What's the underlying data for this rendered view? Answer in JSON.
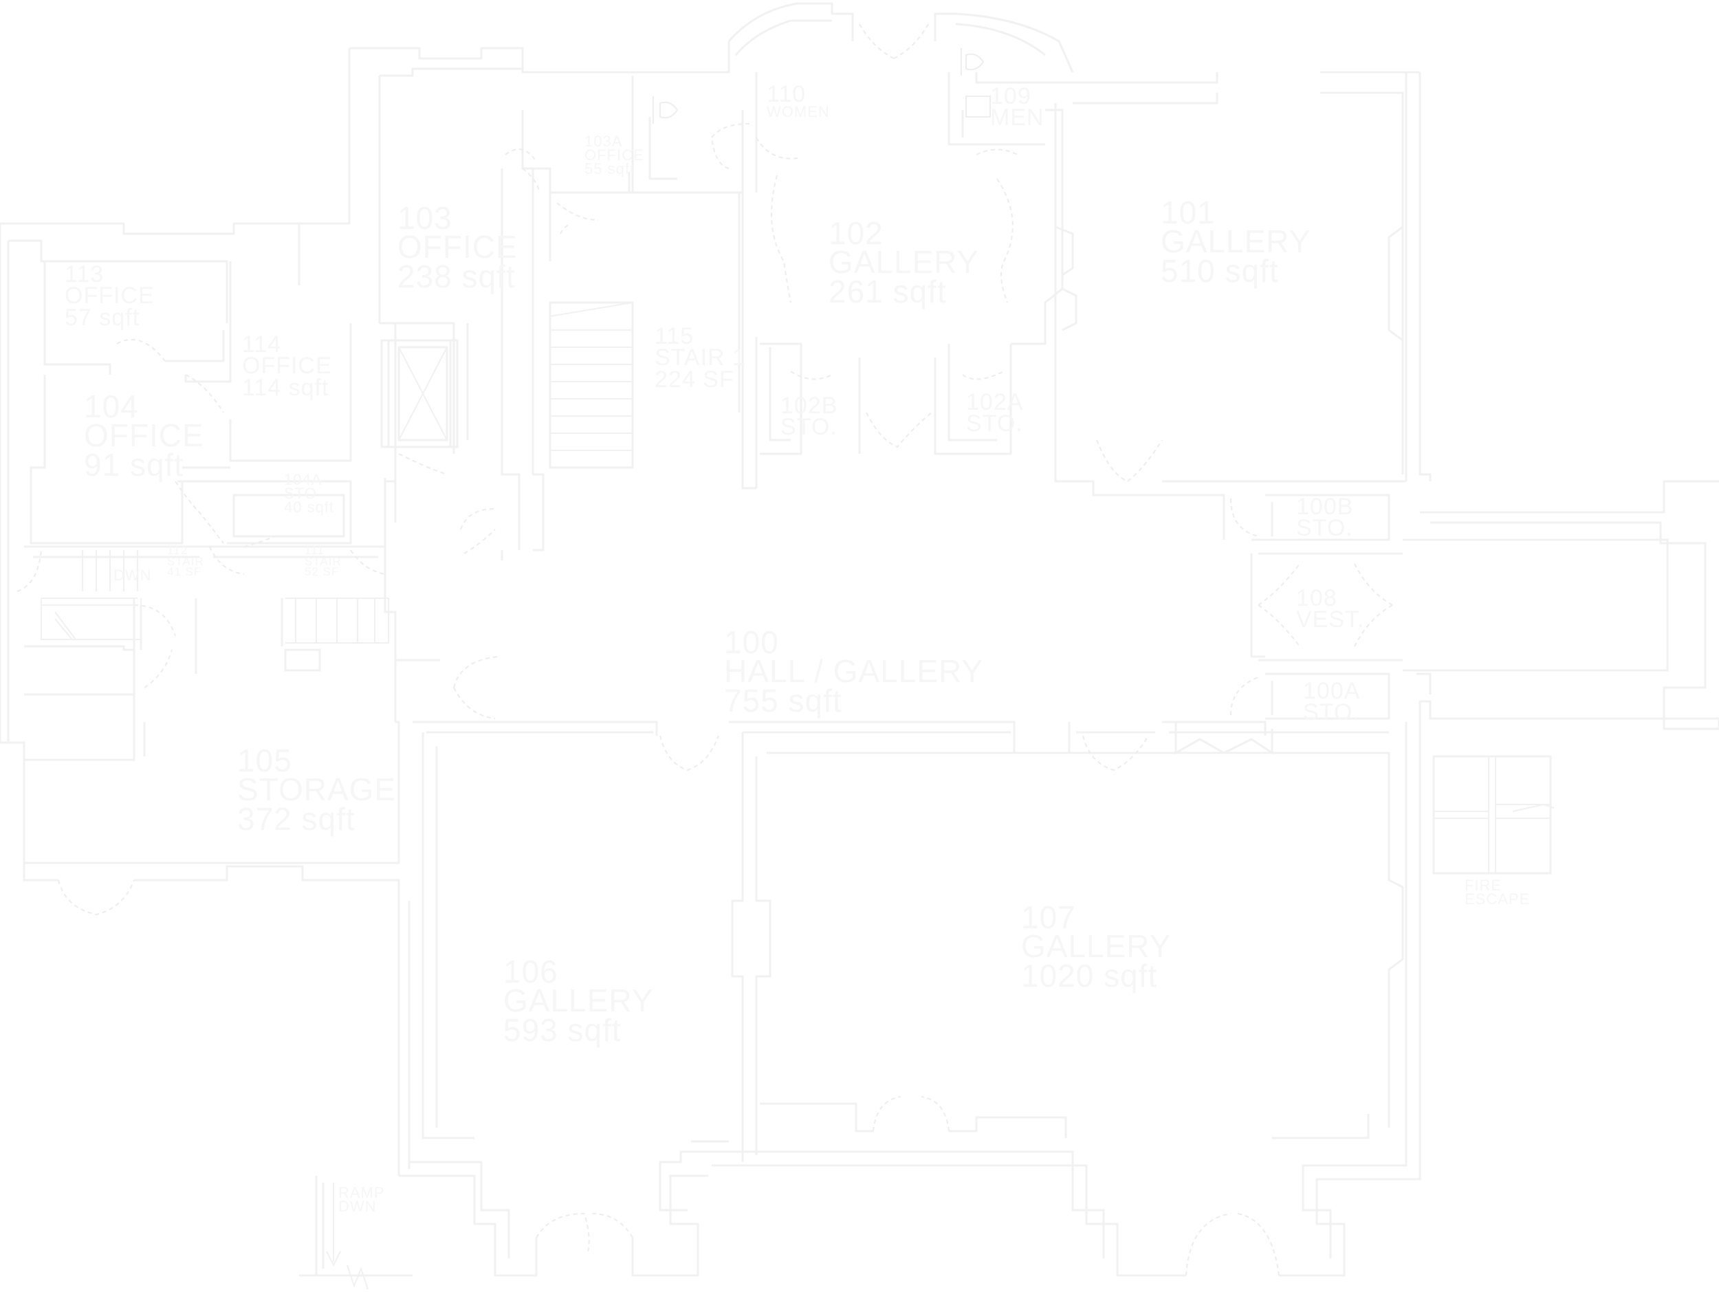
{
  "floor_plan": {
    "rooms": [
      {
        "id": "r100",
        "lines": [
          "100",
          "HALL / GALLERY",
          "755 sqft"
        ]
      },
      {
        "id": "r100a",
        "lines": [
          "100A",
          "STO."
        ]
      },
      {
        "id": "r100b",
        "lines": [
          "100B",
          "STO."
        ]
      },
      {
        "id": "r101",
        "lines": [
          "101",
          "GALLERY",
          "510 sqft"
        ]
      },
      {
        "id": "r102",
        "lines": [
          "102",
          "GALLERY",
          "261 sqft"
        ]
      },
      {
        "id": "r102a",
        "lines": [
          "102A",
          "STO."
        ]
      },
      {
        "id": "r102b",
        "lines": [
          "102B",
          "STO."
        ]
      },
      {
        "id": "r103",
        "lines": [
          "103",
          "OFFICE",
          "238 sqft"
        ]
      },
      {
        "id": "r103a",
        "lines": [
          "103A",
          "OFFICE",
          "55 sqft"
        ]
      },
      {
        "id": "r104",
        "lines": [
          "104",
          "OFFICE",
          "91 sqft"
        ]
      },
      {
        "id": "r104a",
        "lines": [
          "104A",
          "STO",
          "40 sqft"
        ]
      },
      {
        "id": "r105",
        "lines": [
          "105",
          "STORAGE",
          "372 sqft"
        ]
      },
      {
        "id": "r106",
        "lines": [
          "106",
          "GALLERY",
          "593 sqft"
        ]
      },
      {
        "id": "r107",
        "lines": [
          "107",
          "GALLERY",
          "1020 sqft"
        ]
      },
      {
        "id": "r108",
        "lines": [
          "108",
          "VEST."
        ]
      },
      {
        "id": "r109",
        "lines": [
          "109",
          "MEN"
        ]
      },
      {
        "id": "r110",
        "lines": [
          "110",
          "WOMEN"
        ]
      },
      {
        "id": "r111",
        "lines": [
          "111",
          "STAIR",
          "52 SF"
        ]
      },
      {
        "id": "r112",
        "lines": [
          "112",
          "STAIR",
          "41 SF"
        ]
      },
      {
        "id": "r113",
        "lines": [
          "113",
          "OFFICE",
          "57 sqft"
        ]
      },
      {
        "id": "r114",
        "lines": [
          "114",
          "OFFICE",
          "114 sqft"
        ]
      },
      {
        "id": "r115",
        "lines": [
          "115",
          "STAIR 1",
          "224 SF"
        ]
      }
    ],
    "annotations": {
      "fire_escape": [
        "FIRE",
        "ESCAPE"
      ],
      "ramp": [
        "RAMP",
        "DWN"
      ],
      "stair_dn": "DWN"
    }
  }
}
